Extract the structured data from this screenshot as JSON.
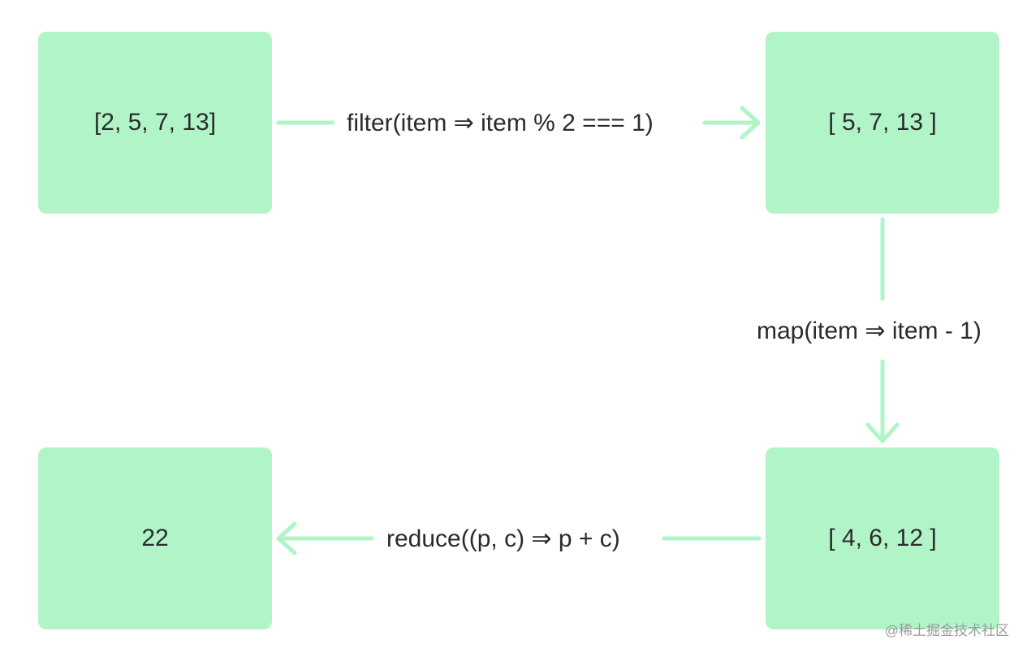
{
  "nodes": {
    "input": "[2, 5, 7, 13]",
    "filtered": "[ 5, 7, 13 ]",
    "mapped": "[ 4, 6, 12 ]",
    "reduced": "22"
  },
  "edges": {
    "filter": "filter(item ⇒ item % 2 === 1)",
    "map": "map(item ⇒ item - 1)",
    "reduce": "reduce((p, c) ⇒ p + c)"
  },
  "colors": {
    "box_fill": "#b1f4c8",
    "arrow": "#b1f4c8",
    "text": "#2b2b2b"
  },
  "watermark": "@稀土掘金技术社区"
}
